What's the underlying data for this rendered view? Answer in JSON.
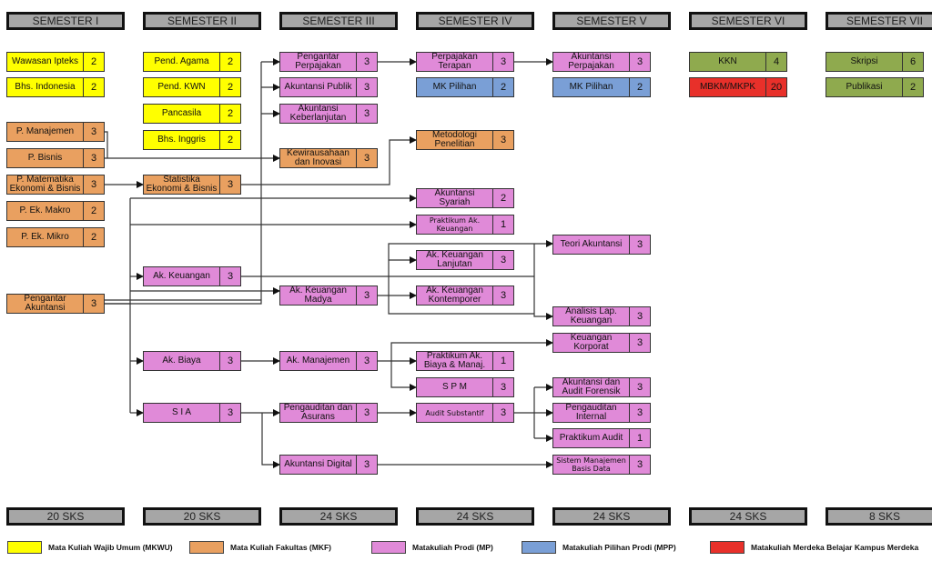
{
  "colors": {
    "mkwu": "#ffff00",
    "mkf": "#e9a060",
    "mp": "#e08ad8",
    "mpp": "#7a9fd6",
    "mbkm": "#e8302a",
    "kkn": "#8faa4e",
    "header": "#a6a6a6"
  },
  "semesters": [
    {
      "label": "SEMESTER I",
      "total": "20 SKS"
    },
    {
      "label": "SEMESTER II",
      "total": "20 SKS"
    },
    {
      "label": "SEMESTER III",
      "total": "24 SKS"
    },
    {
      "label": "SEMESTER IV",
      "total": "24 SKS"
    },
    {
      "label": "SEMESTER V",
      "total": "24 SKS"
    },
    {
      "label": "SEMESTER VI",
      "total": "24 SKS"
    },
    {
      "label": "SEMESTER VII",
      "total": "8 SKS"
    }
  ],
  "courses": [
    {
      "id": "wawasan",
      "name": "Wawasan Ipteks",
      "sks": "2",
      "type": "mkwu",
      "sem": 1
    },
    {
      "id": "bindo",
      "name": "Bhs. Indonesia",
      "sks": "2",
      "type": "mkwu",
      "sem": 1
    },
    {
      "id": "pman",
      "name": "P. Manajemen",
      "sks": "3",
      "type": "mkf",
      "sem": 1
    },
    {
      "id": "pbis",
      "name": "P. Bisnis",
      "sks": "3",
      "type": "mkf",
      "sem": 1
    },
    {
      "id": "pmat",
      "name": "P. Matematika\nEkonomi & Bisnis",
      "sks": "3",
      "type": "mkf",
      "sem": 1
    },
    {
      "id": "pmakro",
      "name": "P. Ek. Makro",
      "sks": "2",
      "type": "mkf",
      "sem": 1
    },
    {
      "id": "pmikro",
      "name": "P. Ek. Mikro",
      "sks": "2",
      "type": "mkf",
      "sem": 1
    },
    {
      "id": "pak",
      "name": "Pengantar\nAkuntansi",
      "sks": "3",
      "type": "mkf",
      "sem": 1
    },
    {
      "id": "agama",
      "name": "Pend. Agama",
      "sks": "2",
      "type": "mkwu",
      "sem": 2
    },
    {
      "id": "kwn",
      "name": "Pend. KWN",
      "sks": "2",
      "type": "mkwu",
      "sem": 2
    },
    {
      "id": "pancasila",
      "name": "Pancasila",
      "sks": "2",
      "type": "mkwu",
      "sem": 2
    },
    {
      "id": "binggris",
      "name": "Bhs. Inggris",
      "sks": "2",
      "type": "mkwu",
      "sem": 2
    },
    {
      "id": "stat",
      "name": "Statistika\nEkonomi & Bisnis",
      "sks": "3",
      "type": "mkf",
      "sem": 2
    },
    {
      "id": "akk",
      "name": "Ak. Keuangan",
      "sks": "3",
      "type": "mp",
      "sem": 2
    },
    {
      "id": "akb",
      "name": "Ak. Biaya",
      "sks": "3",
      "type": "mp",
      "sem": 2
    },
    {
      "id": "sia",
      "name": "S I A",
      "sks": "3",
      "type": "mp",
      "sem": 2
    },
    {
      "id": "ppaj",
      "name": "Pengantar\nPerpajakan",
      "sks": "3",
      "type": "mp",
      "sem": 3
    },
    {
      "id": "akpub",
      "name": "Akuntansi Publik",
      "sks": "3",
      "type": "mp",
      "sem": 3
    },
    {
      "id": "akkeb",
      "name": "Akuntansi\nKeberlanjutan",
      "sks": "3",
      "type": "mp",
      "sem": 3
    },
    {
      "id": "kwu",
      "name": "Kewirausahaan\ndan Inovasi",
      "sks": "3",
      "type": "mkf",
      "sem": 3
    },
    {
      "id": "akmadya",
      "name": "Ak. Keuangan\nMadya",
      "sks": "3",
      "type": "mp",
      "sem": 3
    },
    {
      "id": "akman",
      "name": "Ak. Manajemen",
      "sks": "3",
      "type": "mp",
      "sem": 3
    },
    {
      "id": "peng",
      "name": "Pengauditan dan\nAsurans",
      "sks": "3",
      "type": "mp",
      "sem": 3
    },
    {
      "id": "akdig",
      "name": "Akuntansi Digital",
      "sks": "3",
      "type": "mp",
      "sem": 3
    },
    {
      "id": "pajter",
      "name": "Perpajakan\nTerapan",
      "sks": "3",
      "type": "mp",
      "sem": 4
    },
    {
      "id": "mkp4",
      "name": "MK Pilihan",
      "sks": "2",
      "type": "mpp",
      "sem": 4
    },
    {
      "id": "metpen",
      "name": "Metodologi\nPenelitian",
      "sks": "3",
      "type": "mkf",
      "sem": 4
    },
    {
      "id": "syariah",
      "name": "Akuntansi\nSyariah",
      "sks": "2",
      "type": "mp",
      "sem": 4
    },
    {
      "id": "praktak",
      "name": "Praktikum Ak.\nKeuangan",
      "sks": "1",
      "type": "mp",
      "sem": 4,
      "small": true
    },
    {
      "id": "aklanj",
      "name": "Ak. Keuangan\nLanjutan",
      "sks": "3",
      "type": "mp",
      "sem": 4
    },
    {
      "id": "akkont",
      "name": "Ak. Keuangan\nKontemporer",
      "sks": "3",
      "type": "mp",
      "sem": 4
    },
    {
      "id": "praktbm",
      "name": "Praktikum Ak.\nBiaya & Manaj.",
      "sks": "1",
      "type": "mp",
      "sem": 4
    },
    {
      "id": "spm",
      "name": "S P M",
      "sks": "3",
      "type": "mp",
      "sem": 4
    },
    {
      "id": "auditsub",
      "name": "Audit Substantif",
      "sks": "3",
      "type": "mp",
      "sem": 4,
      "small": true
    },
    {
      "id": "akpaj",
      "name": "Akuntansi\nPerpajakan",
      "sks": "3",
      "type": "mp",
      "sem": 5
    },
    {
      "id": "mkp5",
      "name": "MK Pilihan",
      "sks": "2",
      "type": "mpp",
      "sem": 5
    },
    {
      "id": "teori",
      "name": "Teori Akuntansi",
      "sks": "3",
      "type": "mp",
      "sem": 5
    },
    {
      "id": "analisis",
      "name": "Analisis Lap.\nKeuangan",
      "sks": "3",
      "type": "mp",
      "sem": 5
    },
    {
      "id": "korporat",
      "name": "Keuangan\nKorporat",
      "sks": "3",
      "type": "mp",
      "sem": 5
    },
    {
      "id": "forensik",
      "name": "Akuntansi dan\nAudit Forensik",
      "sks": "3",
      "type": "mp",
      "sem": 5
    },
    {
      "id": "pengint",
      "name": "Pengauditan\nInternal",
      "sks": "3",
      "type": "mp",
      "sem": 5
    },
    {
      "id": "praktaud",
      "name": "Praktikum Audit",
      "sks": "1",
      "type": "mp",
      "sem": 5
    },
    {
      "id": "smbd",
      "name": "Sistem Manajemen\nBasis Data",
      "sks": "3",
      "type": "mp",
      "sem": 5,
      "small": true
    },
    {
      "id": "kkn",
      "name": "KKN",
      "sks": "4",
      "type": "kkn",
      "sem": 6
    },
    {
      "id": "mbkm",
      "name": "MBKM/MKPK",
      "sks": "20",
      "type": "mbkm",
      "sem": 6
    },
    {
      "id": "skripsi",
      "name": "Skripsi",
      "sks": "6",
      "type": "kkn",
      "sem": 7
    },
    {
      "id": "publikasi",
      "name": "Publikasi",
      "sks": "2",
      "type": "kkn",
      "sem": 7
    }
  ],
  "legend": [
    {
      "type": "mkwu",
      "label": "Mata Kuliah Wajib Umum (MKWU)"
    },
    {
      "type": "mkf",
      "label": "Mata Kuliah Fakultas (MKF)"
    },
    {
      "type": "mp",
      "label": "Matakuliah Prodi (MP)"
    },
    {
      "type": "mpp",
      "label": "Matakuliah Pilihan Prodi (MPP)"
    },
    {
      "type": "mbkm",
      "label": "Matakuliah Merdeka Belajar Kampus Merdeka"
    }
  ]
}
